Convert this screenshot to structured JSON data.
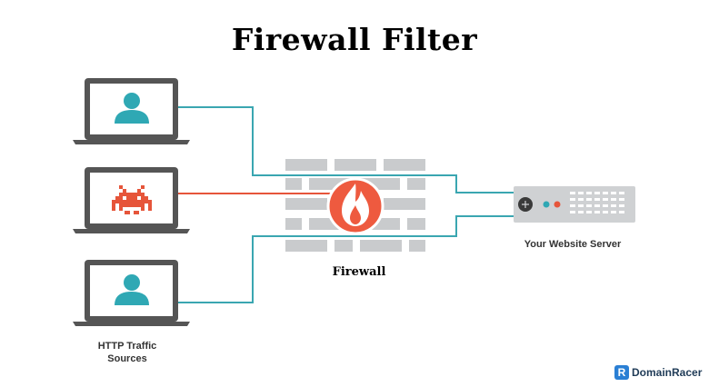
{
  "title": "Firewall Filter",
  "firewall": {
    "label": "Firewall",
    "flame_color": "#ee5a3f",
    "brick_color": "#c9cbcd"
  },
  "server": {
    "label": "Your Website Server"
  },
  "sources": {
    "label_line1": "HTTP Traffic",
    "label_line2": "Sources",
    "items": [
      {
        "kind": "user",
        "icon": "user-icon",
        "color": "#2fa8b4"
      },
      {
        "kind": "attacker",
        "icon": "space-invader-icon",
        "color": "#e6553a"
      },
      {
        "kind": "user",
        "icon": "user-icon",
        "color": "#2fa8b4"
      }
    ]
  },
  "connections": {
    "allowed_color": "#3aa6b1",
    "blocked_color": "#e6553a"
  },
  "brand": {
    "name": "DomainRacer",
    "icon": "domainracer-logo-icon"
  }
}
